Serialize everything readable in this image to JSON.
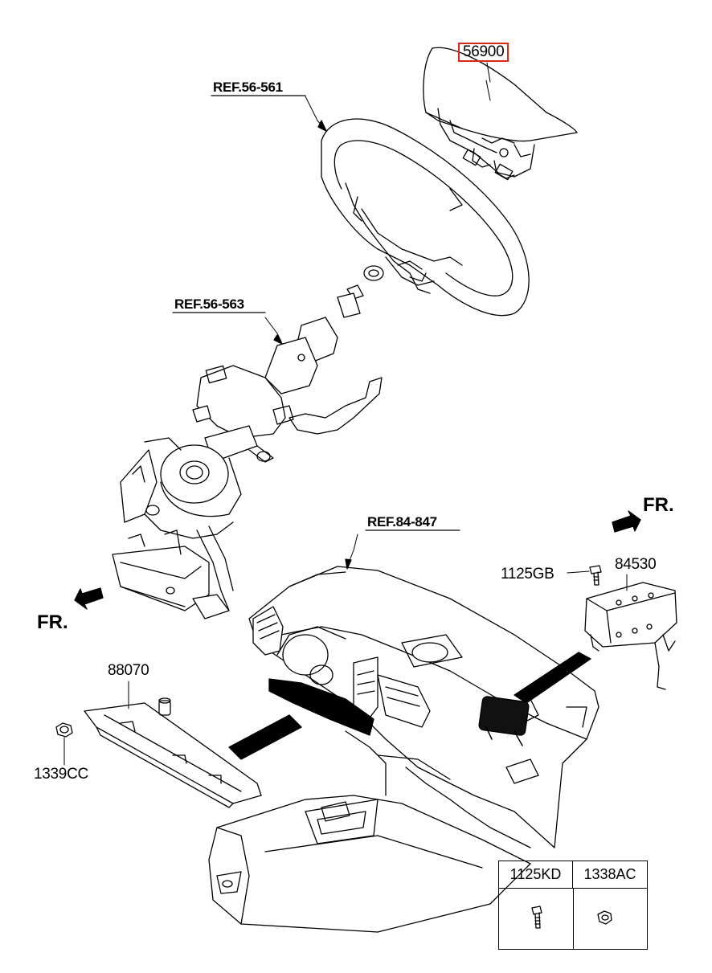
{
  "labels": {
    "airbag_driver": "56900",
    "ref_wheel": "REF.56-561",
    "ref_column": "REF.56-563",
    "ref_panel": "REF.84-847",
    "fr_right": "FR.",
    "fr_left": "FR.",
    "bolt_gb": "1125GB",
    "airbag_passenger": "84530",
    "knee_airbag": "88070",
    "nut_cc": "1339CC"
  },
  "parts_table": {
    "col1": "1125KD",
    "col2": "1338AC",
    "col1_icon": "bolt-icon",
    "col2_icon": "nut-icon"
  },
  "colors": {
    "line": "#000000",
    "highlight_border": "#e0261b",
    "background": "#ffffff"
  }
}
